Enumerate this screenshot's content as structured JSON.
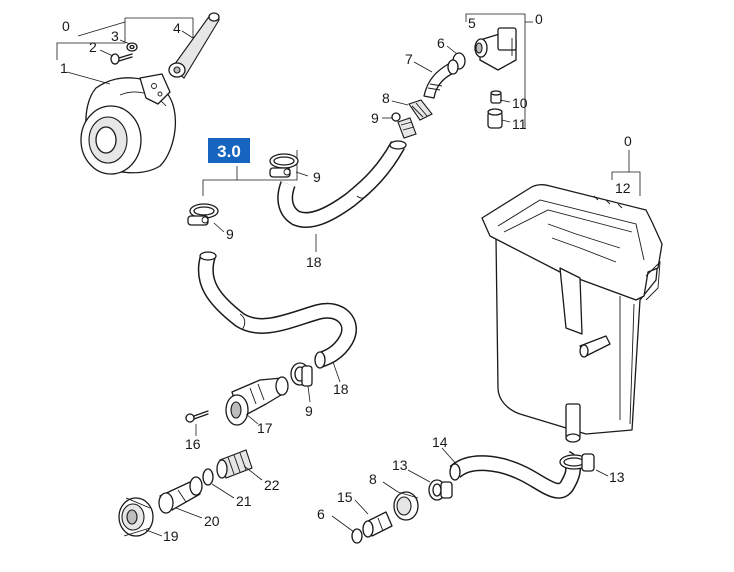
{
  "section_badge": {
    "text": "3.0",
    "fill": "#1565c0",
    "text_color": "#ffffff"
  },
  "part_labels": {
    "group_top_left": "0",
    "group_top_right": "0",
    "group_tank": "0",
    "wheel": "1",
    "screw_wheel": "2",
    "washer": "3",
    "lever": "4",
    "valve_housing": "5",
    "oring_valve": "6",
    "elbow_fitting": "7",
    "nut_upper": "8",
    "filter_insert": "9",
    "clamp_upper_right": "9",
    "clamp_upper_left": "9",
    "clamp_mid": "9",
    "plug_small": "10",
    "plug_cap": "11",
    "tank": "12",
    "clamp_lower_left": "13",
    "clamp_lower_right": "13",
    "hose_lower": "14",
    "nipple": "15",
    "screw_coupling": "16",
    "coupling": "17",
    "hose_upper": "18",
    "hose_mid": "18",
    "cap_nut": "19",
    "adapter": "20",
    "oring_adapter": "21",
    "strainer": "22",
    "nut_lower": "8",
    "oring_lower": "6"
  }
}
